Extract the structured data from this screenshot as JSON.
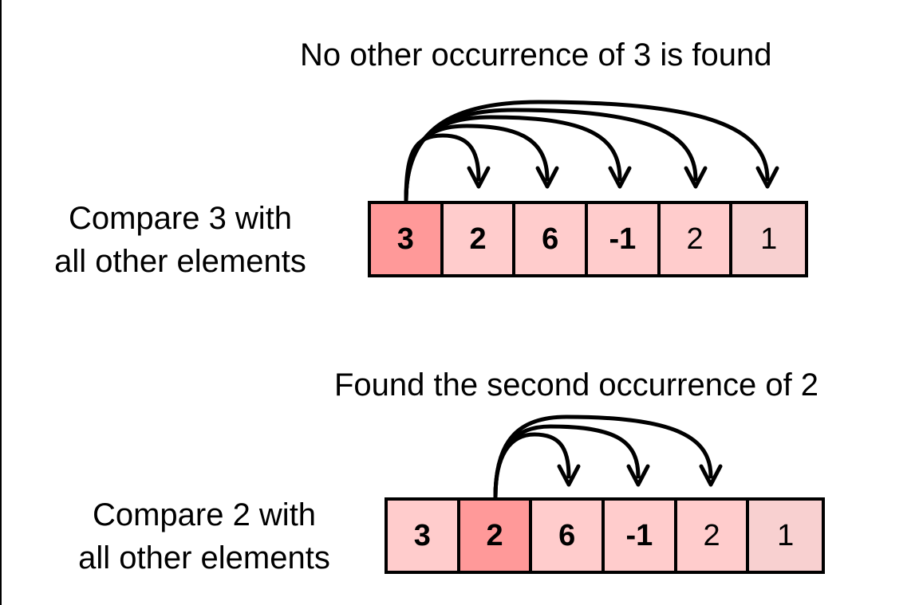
{
  "panels": [
    {
      "caption": "No other occurrence of 3 is found",
      "label_line1": "Compare 3 with",
      "label_line2": "all other elements",
      "cells": [
        "3",
        "2",
        "6",
        "-1",
        "2",
        "1"
      ]
    },
    {
      "caption": "Found the second occurrence of 2",
      "label_line1": "Compare 2 with",
      "label_line2": "all other elements",
      "cells": [
        "3",
        "2",
        "6",
        "-1",
        "2",
        "1"
      ]
    }
  ],
  "colors": {
    "active_cell": "#ff9999",
    "compared_cell": "#ffcccc",
    "last_cell": "#f8d0d0",
    "stroke": "#000000"
  }
}
